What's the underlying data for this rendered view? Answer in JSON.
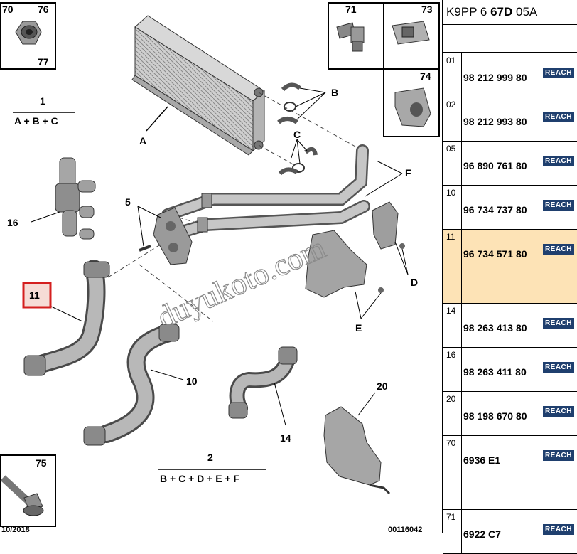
{
  "diagram": {
    "callouts": {
      "a": "A",
      "b": "B",
      "c": "C",
      "d": "D",
      "e": "E",
      "f": "F",
      "n5": "5",
      "n10": "10",
      "n11": "11",
      "n14": "14",
      "n16": "16",
      "n20": "20",
      "n70": "70",
      "n71": "71",
      "n73": "73",
      "n74": "74",
      "n75": "75",
      "n76": "76",
      "n77": "77"
    },
    "formula1": {
      "number": "1",
      "expr": "A + B + C"
    },
    "formula2": {
      "number": "2",
      "expr": "B + C + D + E + F"
    },
    "footer_date": "10/2018",
    "footer_code": "00116042",
    "watermark": "duyukoto.com"
  },
  "panel": {
    "header": {
      "prefix": "K9PP 6 ",
      "bold": "67D",
      "suffix": " 05A"
    },
    "rows": [
      {
        "num": "01",
        "pn": "98 212 999 80",
        "badge": "REACH"
      },
      {
        "num": "02",
        "pn": "98 212 993 80",
        "badge": "REACH"
      },
      {
        "num": "05",
        "pn": "96 890 761 80",
        "badge": "REACH"
      },
      {
        "num": "10",
        "pn": "96 734 737 80",
        "badge": "REACH"
      },
      {
        "num": "11",
        "pn": "96 734 571 80",
        "badge": "REACH"
      },
      {
        "num": "14",
        "pn": "98 263 413 80",
        "badge": "REACH"
      },
      {
        "num": "16",
        "pn": "98 263 411 80",
        "badge": "REACH"
      },
      {
        "num": "20",
        "pn": "98 198 670 80",
        "badge": "REACH"
      },
      {
        "num": "70",
        "pn": "6936 E1",
        "badge": "REACH"
      },
      {
        "num": "71",
        "pn": "6922 C7",
        "badge": "REACH"
      }
    ]
  }
}
